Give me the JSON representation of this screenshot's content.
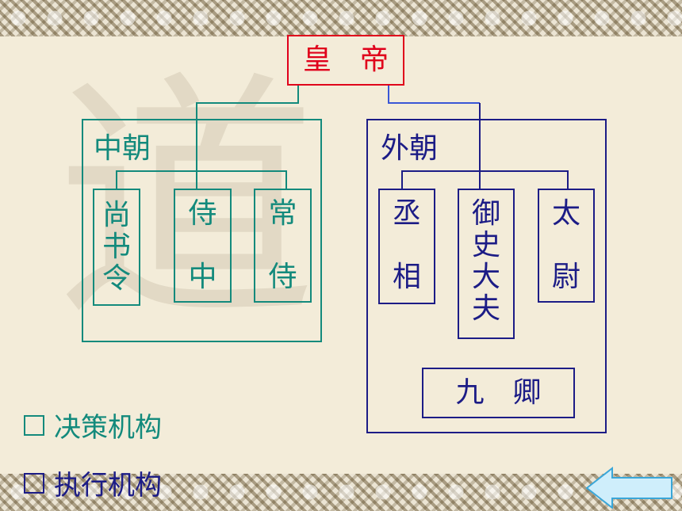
{
  "emperor": "皇　帝",
  "inner_court": {
    "title": "中朝",
    "offices": [
      {
        "label": "尚书令",
        "chars": [
          "尚",
          "书",
          "令"
        ]
      },
      {
        "label": "侍中",
        "chars": [
          "侍",
          "",
          "中"
        ]
      },
      {
        "label": "常侍",
        "chars": [
          "常",
          "",
          "侍"
        ]
      }
    ]
  },
  "outer_court": {
    "title": "外朝",
    "offices": [
      {
        "label": "丞相",
        "chars": [
          "丞",
          "",
          "相"
        ]
      },
      {
        "label": "御史大夫",
        "chars": [
          "御",
          "史",
          "大",
          "夫"
        ]
      },
      {
        "label": "太尉",
        "chars": [
          "太",
          "",
          "尉"
        ]
      }
    ],
    "nine_ministers": "九　卿"
  },
  "legend": [
    {
      "text": "决策机构",
      "color": "#138a7c"
    },
    {
      "text": "执行机构",
      "color": "#1c1c86"
    }
  ],
  "colors": {
    "emperor": "#e0001b",
    "inner": "#138a7c",
    "outer": "#1c1c86",
    "link": "#3a57d6"
  },
  "decor_glyph": "道"
}
